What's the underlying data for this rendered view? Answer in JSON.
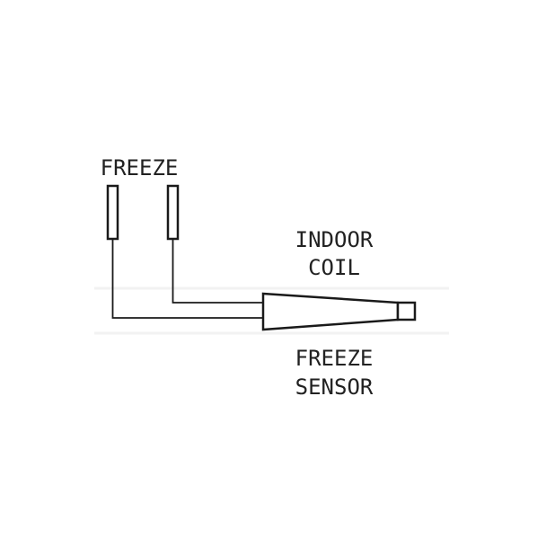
{
  "labels": {
    "terminal_label": "FREEZE",
    "coil_line1": "INDOOR",
    "coil_line2": "COIL",
    "sensor_line1": "FREEZE",
    "sensor_line2": "SENSOR"
  },
  "colors": {
    "line": "#1a1a1a",
    "background": "#ffffff"
  }
}
